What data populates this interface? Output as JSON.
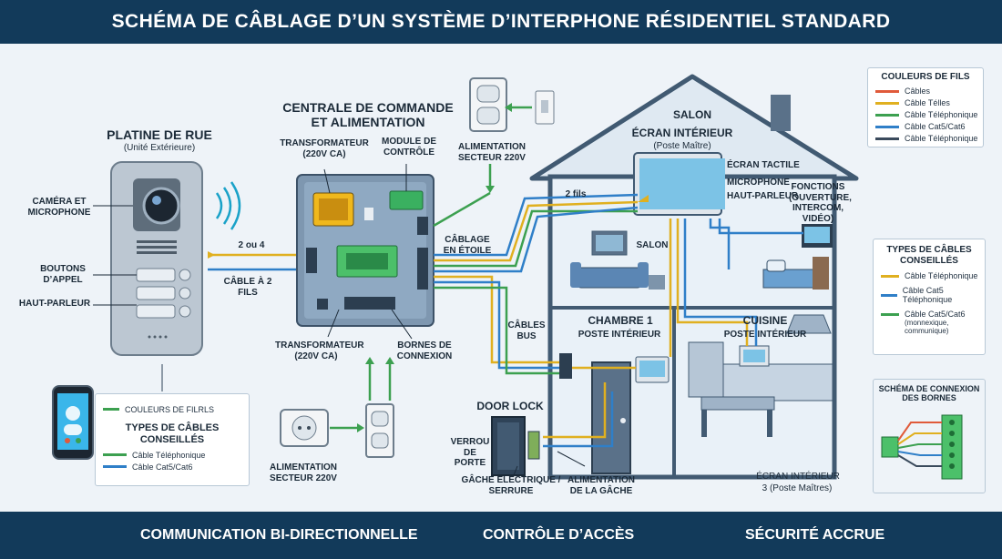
{
  "title": "SCHÉMA DE CÂBLAGE D’UN SYSTÈME D’INTERPHONE RÉSIDENTIEL STANDARD",
  "door_station": {
    "title": "PLATINE DE RUE",
    "subtitle": "(Unité Extérieure)",
    "camera_label": "CAMÉRA ET MICROPHONE",
    "buttons_label": "BOUTONS D’APPEL",
    "speaker_label": "HAUT-PARLEUR"
  },
  "links": {
    "two_or_four": "2 ou 4",
    "two_wire": "CÂBLE À 2 FILS",
    "two_wires": "2 fils",
    "star": "CÂBLAGE EN ÉTOILE",
    "bus": "CÂBLES BUS"
  },
  "control": {
    "title": "CENTRALE DE COMMANDE ET ALIMENTATION",
    "transformer_top": "TRANSFORMATEUR (220V CA)",
    "module": "MODULE DE CONTRÔLE",
    "transformer_bottom": "TRANSFORMATEUR (220V CA)",
    "terminals": "BORNES DE CONNEXION"
  },
  "power_top": {
    "label": "ALIMENTATION SECTEUR 220V"
  },
  "power_bottom": {
    "label": "ALIMENTATION SECTEUR 220V"
  },
  "house": {
    "salon_top": "SALON",
    "main_screen": "ÉCRAN INTÉRIEUR",
    "main_screen_sub": "(Poste Maître)",
    "touch": "ÉCRAN TACTILE",
    "microphone": "MICROPHONE",
    "speaker": "HAUT-PARLEUR",
    "functions": "FONCTIONS (OUVERTURE, INTERCOM, VIDÉO)",
    "salon": "SALON",
    "bedroom": "CHAMBRE 1",
    "bedroom_sub": "POSTE INTÉRIEUR",
    "kitchen": "CUISINE",
    "kitchen_sub": "POSTE INTÉRIEUR",
    "screen3": "ÉCRAN INTÉRIEUR",
    "screen3_sub": "3 (Poste Maîtres)"
  },
  "door_lock": {
    "title": "DOOR LOCK",
    "latch": "VERROU DE PORTE",
    "strike": "GÂCHE ÉLECTRIQUE / SERRURE",
    "supply": "ALIMENTATION DE LA GÂCHE"
  },
  "wire_legend": {
    "title": "COULEURS DE FILS",
    "items": [
      {
        "label": "Câbles",
        "color": "#e05a3a"
      },
      {
        "label": "Câble Télles",
        "color": "#e0b020"
      },
      {
        "label": "Câble Téléphonique",
        "color": "#3ca050"
      },
      {
        "label": "Câble Cat5/Cat6",
        "color": "#2f7fc8"
      },
      {
        "label": "Câble Téléphonique",
        "color": "#3a4a5c"
      }
    ]
  },
  "cable_types": {
    "title": "TYPES DE CÂBLES CONSEILLÉS",
    "items": [
      {
        "label": "Câble Téléphonique",
        "color": "#e0b020"
      },
      {
        "label": "Câble Cat5 Téléphonique",
        "color": "#2f7fc8"
      },
      {
        "label": "Câble Cat5/Cat6",
        "color": "#3ca050"
      },
      {
        "label": "(monnexique, communique)",
        "color": ""
      }
    ]
  },
  "connection_scheme": {
    "title": "SCHÉMA DE CONNEXION DES BORNES"
  },
  "left_legend": {
    "colors": "COULEURS DE FILRLS",
    "title": "TYPES DE CÂBLES CONSEILLÉS",
    "items": [
      {
        "label": "Câble Téléphonique",
        "color": "#3ca050"
      },
      {
        "label": "Câble Cat5/Cat6",
        "color": "#2f7fc8"
      }
    ]
  },
  "footer": [
    {
      "label": "COMMUNICATION BI-DIRECTIONNELLE",
      "icon": "chat-icon"
    },
    {
      "label": "CONTRÔLE D’ACCÈS",
      "icon": "lock-icon"
    },
    {
      "label": "SÉCURITÉ ACCRUE",
      "icon": "shield-icon"
    }
  ]
}
